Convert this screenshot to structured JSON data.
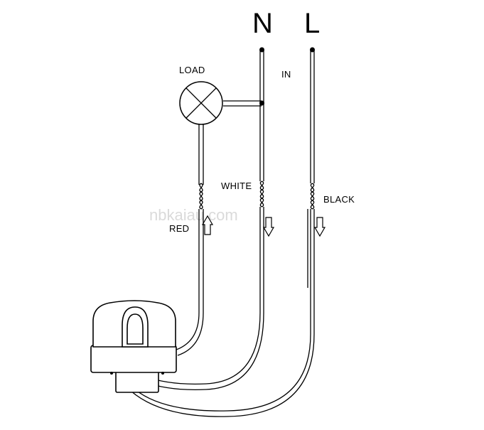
{
  "labels": {
    "neutral": "N",
    "line": "L",
    "in": "IN",
    "load": "LOAD",
    "white": "WHITE",
    "black": "BLACK",
    "red": "RED"
  },
  "watermark": "nbkaiau.com",
  "colors": {
    "ink": "#000000",
    "background": "#ffffff",
    "watermark": "#bdbdbd"
  },
  "icons": {
    "load": "lamp-cross-icon",
    "flow": "arrow-icon",
    "splice": "wire-splice-icon",
    "device": "photocell-icon"
  }
}
